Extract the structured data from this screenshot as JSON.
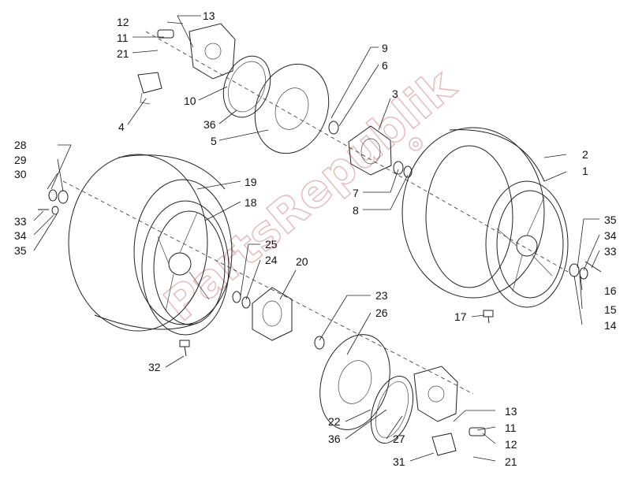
{
  "watermark": "PartsRepublik",
  "callouts": {
    "c1": "1",
    "c2": "2",
    "c3": "3",
    "c4": "4",
    "c5": "5",
    "c6": "6",
    "c7": "7",
    "c8": "8",
    "c9": "9",
    "c10": "10",
    "c11a": "11",
    "c11b": "11",
    "c12a": "12",
    "c12b": "12",
    "c13a": "13",
    "c13b": "13",
    "c14": "14",
    "c15": "15",
    "c16": "16",
    "c17": "17",
    "c18": "18",
    "c19": "19",
    "c20": "20",
    "c21a": "21",
    "c21b": "21",
    "c22": "22",
    "c23": "23",
    "c24": "24",
    "c25": "25",
    "c26": "26",
    "c27": "27",
    "c28": "28",
    "c29": "29",
    "c30": "30",
    "c31": "31",
    "c32": "32",
    "c33a": "33",
    "c33b": "33",
    "c34a": "34",
    "c34b": "34",
    "c35a": "35",
    "c35b": "35",
    "c36a": "36",
    "c36b": "36"
  }
}
